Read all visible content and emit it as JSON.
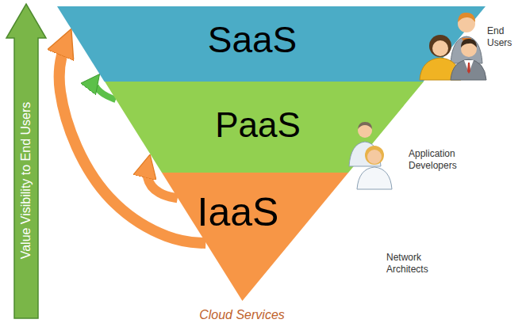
{
  "diagram": {
    "caption": "Cloud Services",
    "nodes": [
      {
        "text": [
          "SaaS"
        ]
      },
      {
        "text": [
          "PaaS"
        ]
      },
      {
        "text": [
          "IaaS"
        ]
      }
    ],
    "edges": [
      {
        "from": 2,
        "to": 0,
        "arrow": "to"
      },
      {
        "from": 2,
        "to": 1,
        "arrow": "to"
      },
      {
        "from": 1,
        "to": 0,
        "arrow": "to"
      }
    ],
    "labels": [
      "Value Visibility to End Users",
      "End Users",
      "Application Developers",
      "Network Architects"
    ]
  }
}
